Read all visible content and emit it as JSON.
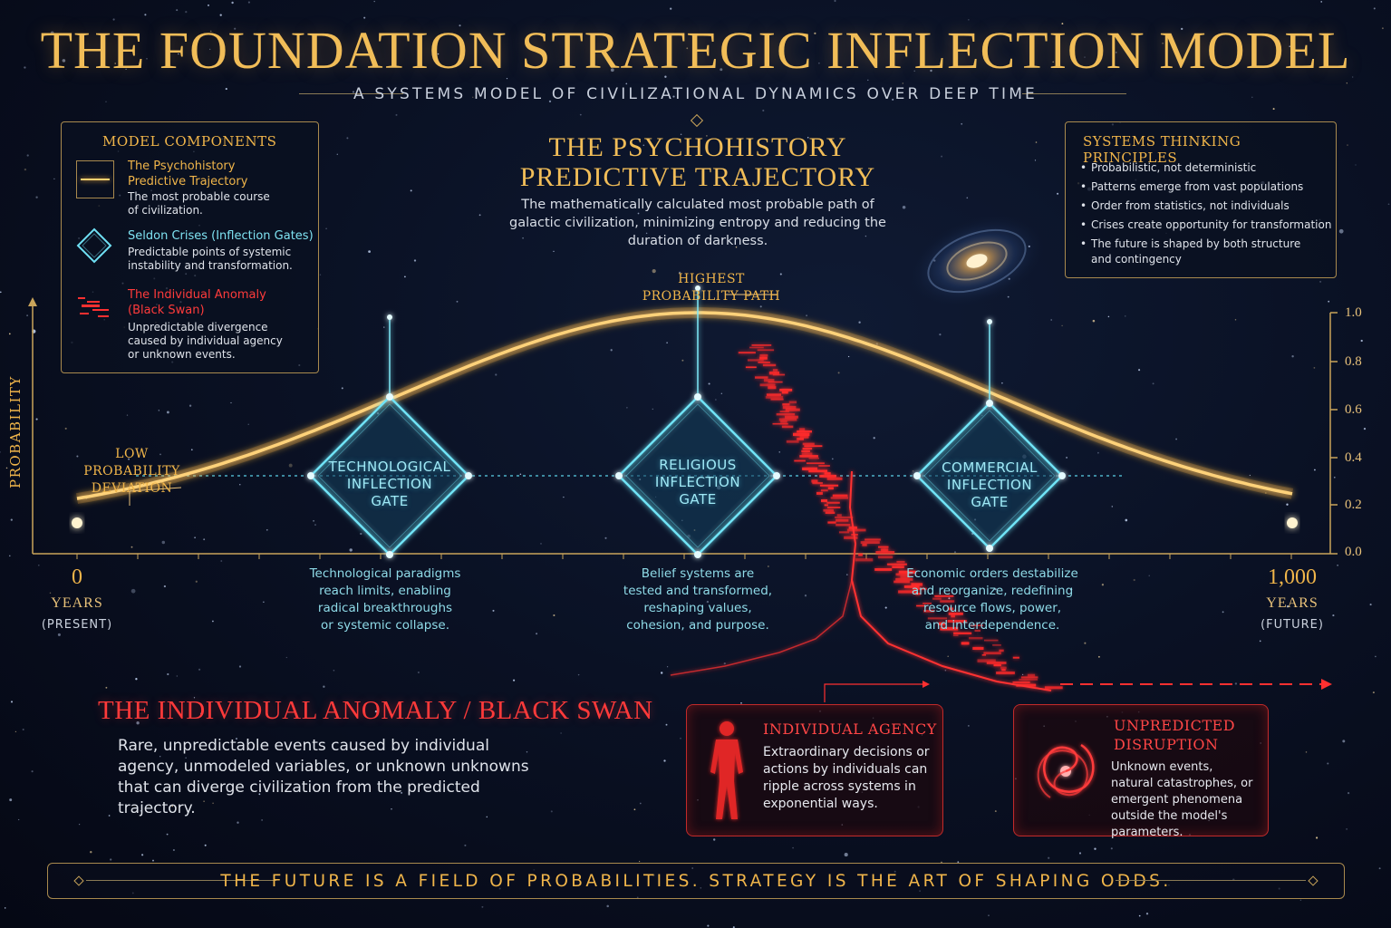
{
  "title": "THE FOUNDATION STRATEGIC INFLECTION MODEL",
  "subtitle": "A SYSTEMS MODEL OF CIVILIZATIONAL DYNAMICS OVER DEEP TIME",
  "components": {
    "heading": "MODEL COMPONENTS",
    "items": [
      {
        "title": "The Psychohistory Predictive Trajectory",
        "desc": "The most probable course of civilization.",
        "icon": "golden-line-icon"
      },
      {
        "title": "Seldon Crises (Inflection Gates)",
        "desc": "Predictable points of systemic instability and transformation.",
        "icon": "diamond-gate-icon"
      },
      {
        "title": "The Individual Anomaly (Black Swan)",
        "desc": "Unpredictable divergence caused by individual agency or unknown events.",
        "icon": "red-glitch-icon"
      }
    ]
  },
  "trajectory": {
    "title_line1": "THE PSYCHOHISTORY",
    "title_line2": "PREDICTIVE TRAJECTORY",
    "desc": "The mathematically calculated most probable path of galactic civilization, minimizing entropy and reducing the duration of darkness."
  },
  "principles": {
    "heading": "SYSTEMS THINKING PRINCIPLES",
    "items": [
      "Probabilistic, not deterministic",
      "Patterns emerge from vast populations",
      "Order from statistics, not individuals",
      "Crises create opportunity for transformation",
      "The future is shaped by both structure and contingency"
    ]
  },
  "chart": {
    "ylabel": "PROBABILITY",
    "yticks": [
      "1.0",
      "0.8",
      "0.6",
      "0.4",
      "0.2",
      "0.0"
    ],
    "x_start": {
      "num": "0",
      "unit": "YEARS",
      "paren": "(PRESENT)"
    },
    "x_end": {
      "num": "1,000",
      "unit": "YEARS",
      "paren": "(FUTURE)"
    },
    "highest_label": "HIGHEST PROBABILITY PATH",
    "low_label": "LOW PROBABILITY DEVIATION",
    "colors": {
      "trajectory": "#f3b640",
      "gate": "#5fd9f0",
      "anomaly": "#ff2a2a",
      "axis": "#c9a45a"
    }
  },
  "gates": [
    {
      "label_lines": [
        "TECHNOLOGICAL",
        "INFLECTION",
        "GATE"
      ],
      "desc_lines": [
        "Technological paradigms",
        "reach limits, enabling",
        "radical breakthroughs",
        "or systemic collapse."
      ]
    },
    {
      "label_lines": [
        "RELIGIOUS",
        "INFLECTION",
        "GATE"
      ],
      "desc_lines": [
        "Belief systems are",
        "tested and transformed,",
        "reshaping values,",
        "cohesion, and purpose."
      ]
    },
    {
      "label_lines": [
        "COMMERCIAL",
        "INFLECTION",
        "GATE"
      ],
      "desc_lines": [
        "Economic orders destabilize",
        "and reorganize, redefining",
        "resource flows, power,",
        "and interdependence."
      ]
    }
  ],
  "anomaly": {
    "title": "THE INDIVIDUAL ANOMALY / BLACK SWAN",
    "desc": "Rare, unpredictable events caused by individual agency, unmodeled variables, or unknown unknowns that can diverge civilization from the predicted trajectory."
  },
  "cards": [
    {
      "title": "INDIVIDUAL AGENCY",
      "desc": "Extraordinary decisions or actions by individuals can ripple across systems in exponential ways.",
      "icon": "human-figure-icon"
    },
    {
      "title_line1": "UNPREDICTED",
      "title_line2": "DISRUPTION",
      "desc": "Unknown events, natural catastrophes, or emergent phenomena outside the model's parameters.",
      "icon": "red-spiral-galaxy-icon"
    }
  ],
  "footer": "THE FUTURE IS A FIELD OF PROBABILITIES. STRATEGY IS THE ART OF SHAPING ODDS."
}
